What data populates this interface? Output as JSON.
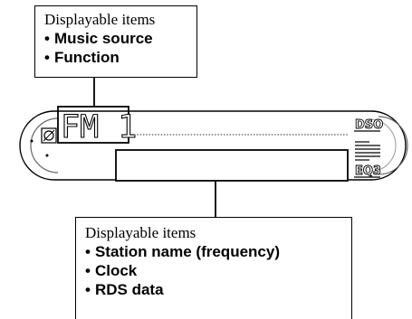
{
  "top_callout": {
    "heading": "Displayable items",
    "items": [
      "Music source",
      "Function"
    ]
  },
  "bottom_callout": {
    "heading": "Displayable items",
    "items": [
      "Station name (frequency)",
      "Clock",
      "RDS data"
    ]
  },
  "display": {
    "segment_text": "FM 1",
    "dso_label": "DSO",
    "eq_label": "EQ3"
  }
}
